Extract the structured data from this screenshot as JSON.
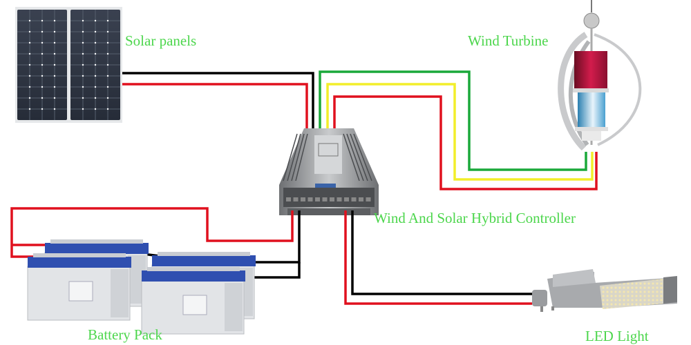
{
  "labels": {
    "solar": "Solar panels",
    "wind": "Wind Turbine",
    "controller": "Wind And Solar Hybrid Controller",
    "battery": "Battery Pack",
    "led": "LED Light"
  },
  "colors": {
    "label": "#4cd64c",
    "wire_red": "#e0101e",
    "wire_black": "#000000",
    "wire_green": "#1aa83a",
    "wire_yellow": "#f2ee2a"
  },
  "components": [
    "solar-panels",
    "wind-turbine",
    "hybrid-controller",
    "battery-pack",
    "led-light"
  ],
  "connections": [
    {
      "from": "solar-panels",
      "to": "hybrid-controller",
      "wires": [
        "black",
        "red"
      ]
    },
    {
      "from": "wind-turbine",
      "to": "hybrid-controller",
      "wires": [
        "green",
        "yellow",
        "red"
      ]
    },
    {
      "from": "battery-pack",
      "to": "hybrid-controller",
      "wires": [
        "red",
        "black",
        "black"
      ]
    },
    {
      "from": "hybrid-controller",
      "to": "led-light",
      "wires": [
        "red",
        "black"
      ]
    }
  ]
}
